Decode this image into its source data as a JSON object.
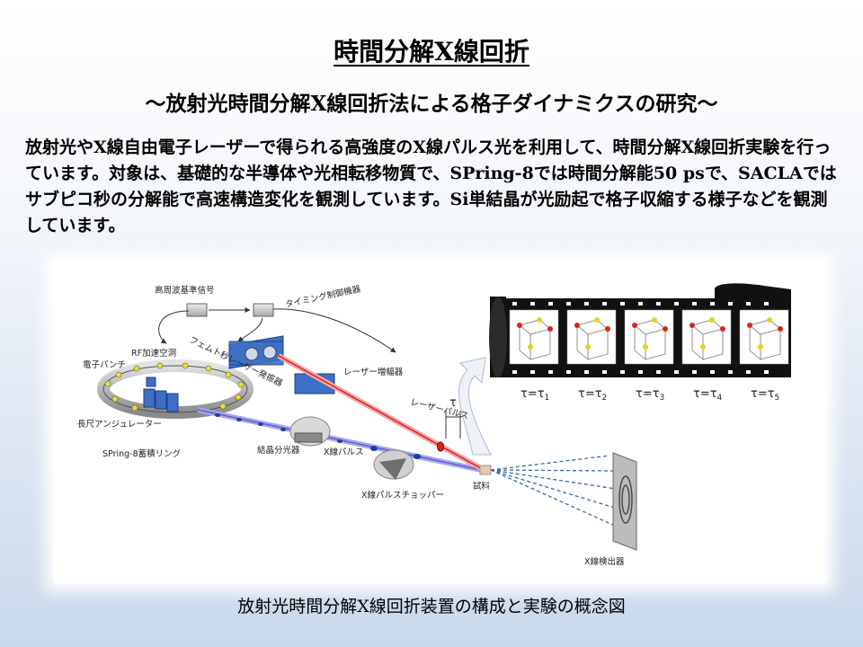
{
  "title": "時間分解X線回折",
  "subtitle": "～放射光時間分解X線回折法による格子ダイナミクスの研究～",
  "body": "放射光やX線自由電子レーザーで得られる高強度のX線パルス光を利用して、時間分解X線回折実験を行っています。対象は、基礎的な半導体や光相転移物質で、SPring-8では時間分解能50 psで、SACLAではサブピコ秒の分解能で高速構造変化を観測しています。Si単結晶が光励起で格子収縮する様子などを観測しています。",
  "caption": "放射光時間分解X線回折装置の構成と実験の概念図",
  "diagram": {
    "labels": {
      "rf_reference": "高周波基準信号",
      "timing_controller": "タイミング制御機器",
      "rf_cavity": "RF加速空洞",
      "electron_bunch": "電子バンチ",
      "fs_laser": "フェムト秒レーザー発振器",
      "amplifier": "レーザー増幅器",
      "laser_pulse": "レーザーパルス",
      "tau": "τ",
      "undulator": "長尺アンジュレーター",
      "monochromator": "結晶分光器",
      "xray_pulse": "X線パルス",
      "storage_ring": "SPring-8蓄積リング",
      "chopper": "X線パルスチョッパー",
      "sample": "試料",
      "detector": "X線検出器"
    },
    "frames": [
      {
        "tau": "τ=τ",
        "sub": "1"
      },
      {
        "tau": "τ=τ",
        "sub": "2"
      },
      {
        "tau": "τ=τ",
        "sub": "3"
      },
      {
        "tau": "τ=τ",
        "sub": "4"
      },
      {
        "tau": "τ=τ",
        "sub": "5"
      }
    ],
    "colors": {
      "laser": "#d9231f",
      "xray": "#5b5fd0",
      "device": "#3d6fc6",
      "gold": "#e8d31c",
      "film": "#111111"
    }
  }
}
